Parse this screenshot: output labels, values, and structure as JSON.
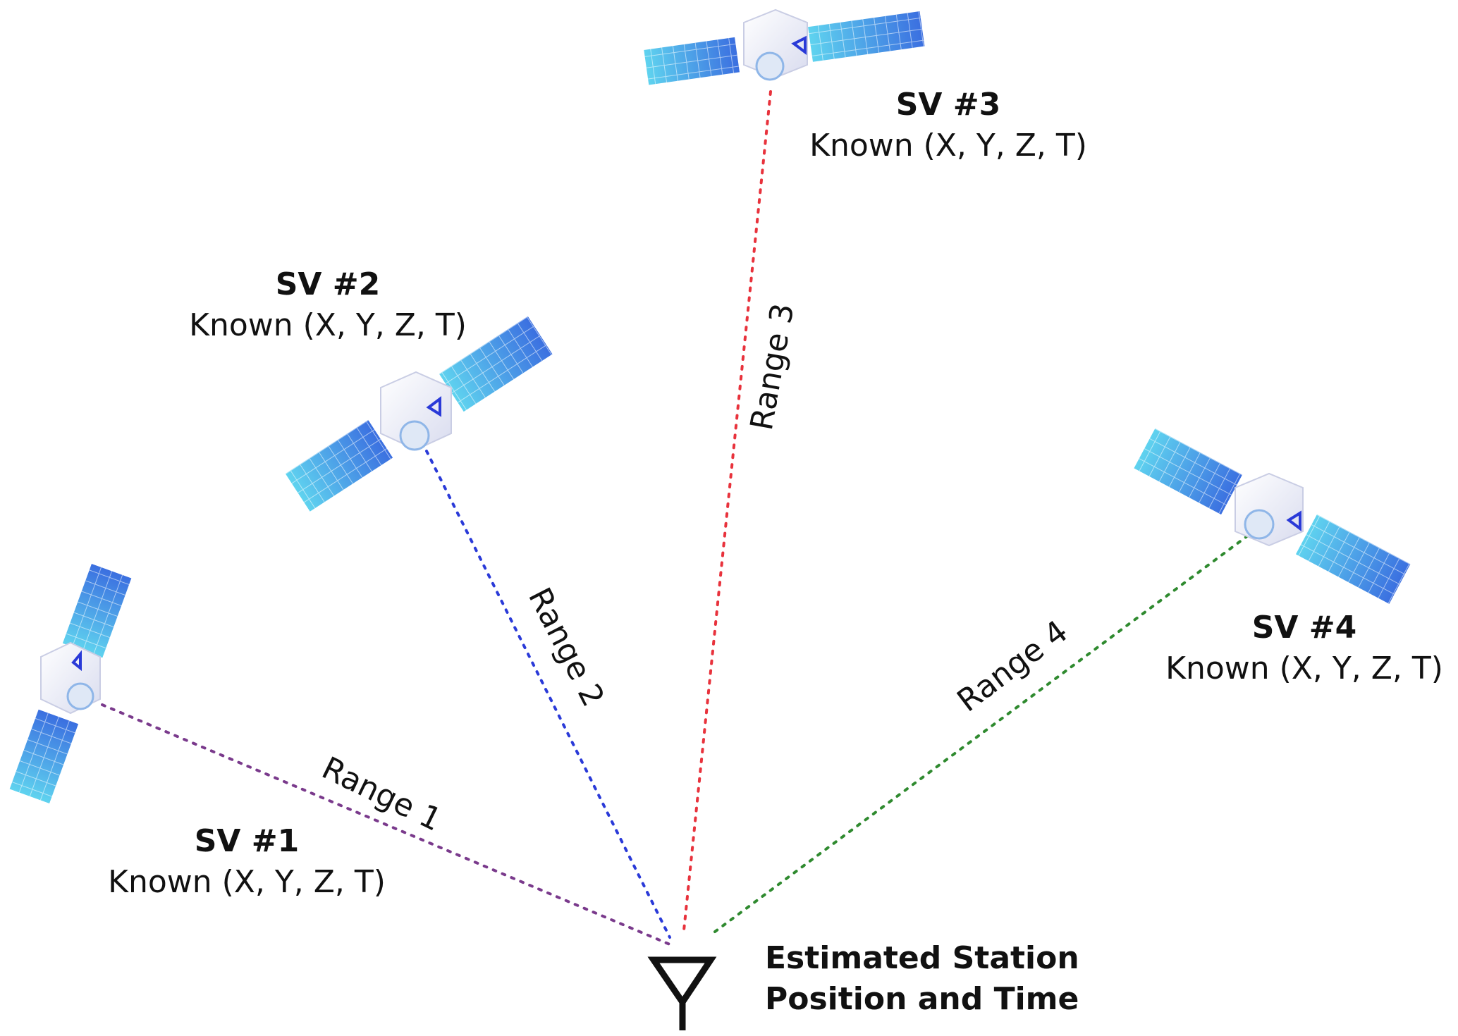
{
  "satellites": [
    {
      "id": "sv1",
      "title": "SV #1",
      "known": "Known (X, Y, Z, T)",
      "range_label": "Range 1",
      "line_color": "#7a3a8c"
    },
    {
      "id": "sv2",
      "title": "SV #2",
      "known": "Known (X, Y, Z, T)",
      "range_label": "Range 2",
      "line_color": "#2a3ad8"
    },
    {
      "id": "sv3",
      "title": "SV #3",
      "known": "Known (X, Y, Z, T)",
      "range_label": "Range 3",
      "line_color": "#e8323c"
    },
    {
      "id": "sv4",
      "title": "SV #4",
      "known": "Known (X, Y, Z, T)",
      "range_label": "Range 4",
      "line_color": "#2f8a2f"
    }
  ],
  "station": {
    "line1": "Estimated Station",
    "line2": "Position and Time"
  },
  "icons": {
    "satellite": "satellite-icon",
    "antenna": "antenna-icon"
  },
  "colors": {
    "panel_light": "#5fd3ef",
    "panel_dark": "#3b6fe0",
    "body": "#eef0f8"
  }
}
